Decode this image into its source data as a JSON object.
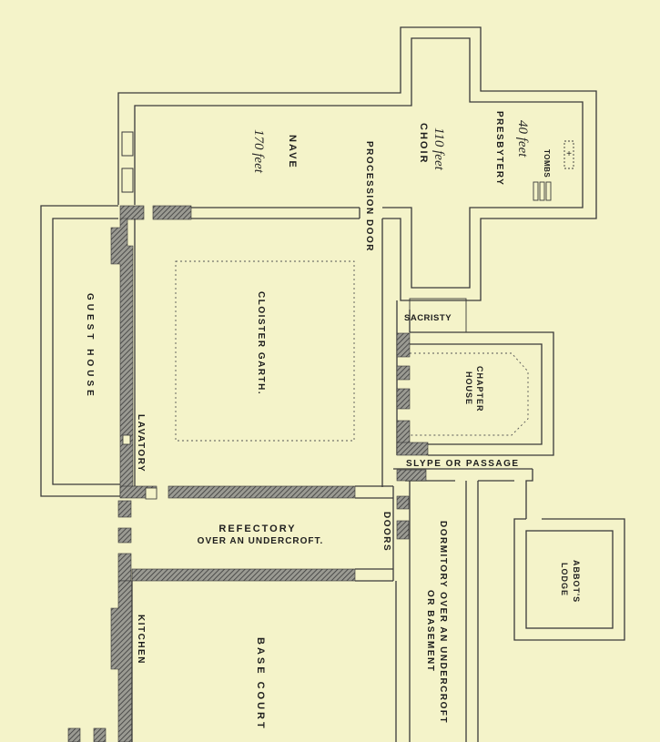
{
  "labels": {
    "nave": "NAVE",
    "nave_length": "170 feet",
    "choir": "CHOIR",
    "choir_length": "110 feet",
    "presbytery": "PRESBYTERY",
    "presbytery_length": "40 feet",
    "tombs": "TOMBS",
    "procession_door": "PROCESSION DOOR",
    "sacristy": "SACRISTY",
    "chapter_house_1": "CHAPTER",
    "chapter_house_2": "HOUSE",
    "cloister_garth": "CLOISTER GARTH.",
    "guest_house": "GUEST HOUSE",
    "lavatory": "LAVATORY",
    "slype": "SLYPE OR PASSAGE",
    "refectory_1": "REFECTORY",
    "refectory_2": "OVER AN UNDERCROFT.",
    "doors": "DOORS",
    "dormitory_1": "DORMITORY OVER AN UNDERCROFT",
    "dormitory_2": "OR BASEMENT",
    "abbots_lodge_1": "ABBOT'S",
    "abbots_lodge_2": "LODGE",
    "kitchen": "KITCHEN",
    "base_court": "BASE COURT"
  }
}
